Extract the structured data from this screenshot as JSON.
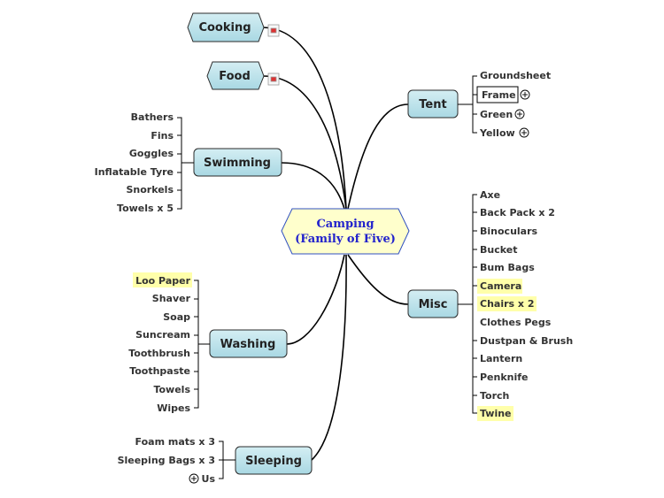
{
  "central": {
    "line1": "Camping",
    "line2": "(Family of Five)"
  },
  "topics": {
    "cooking": "Cooking",
    "food": "Food",
    "swimming": "Swimming",
    "washing": "Washing",
    "sleeping": "Sleeping",
    "tent": "Tent",
    "misc": "Misc"
  },
  "swimming_items": [
    "Bathers",
    "Fins",
    "Goggles",
    "Inflatable Tyre",
    "Snorkels",
    "Towels x 5"
  ],
  "washing_items": [
    "Loo Paper",
    "Shaver",
    "Soap",
    "Suncream",
    "Toothbrush",
    "Toothpaste",
    "Towels",
    "Wipes"
  ],
  "sleeping_items": [
    "Foam mats x 3",
    "Sleeping Bags x 3",
    "Us"
  ],
  "tent_items": [
    "Groundsheet",
    "Frame",
    "Green",
    "Yellow"
  ],
  "misc_items": [
    "Axe",
    "Back Pack x 2",
    "Binoculars",
    "Bucket",
    "Bum Bags",
    "Camera",
    "Chairs x 2",
    "Clothes Pegs",
    "Dustpan & Brush",
    "Lantern",
    "Penknife",
    "Torch",
    "Twine"
  ],
  "colors": {
    "topic_fill_top": "#d4eef3",
    "topic_fill_bottom": "#a9d8e3",
    "central_fill": "#ffffcc",
    "central_text": "#2222cc",
    "highlight": "#ffffaa"
  }
}
